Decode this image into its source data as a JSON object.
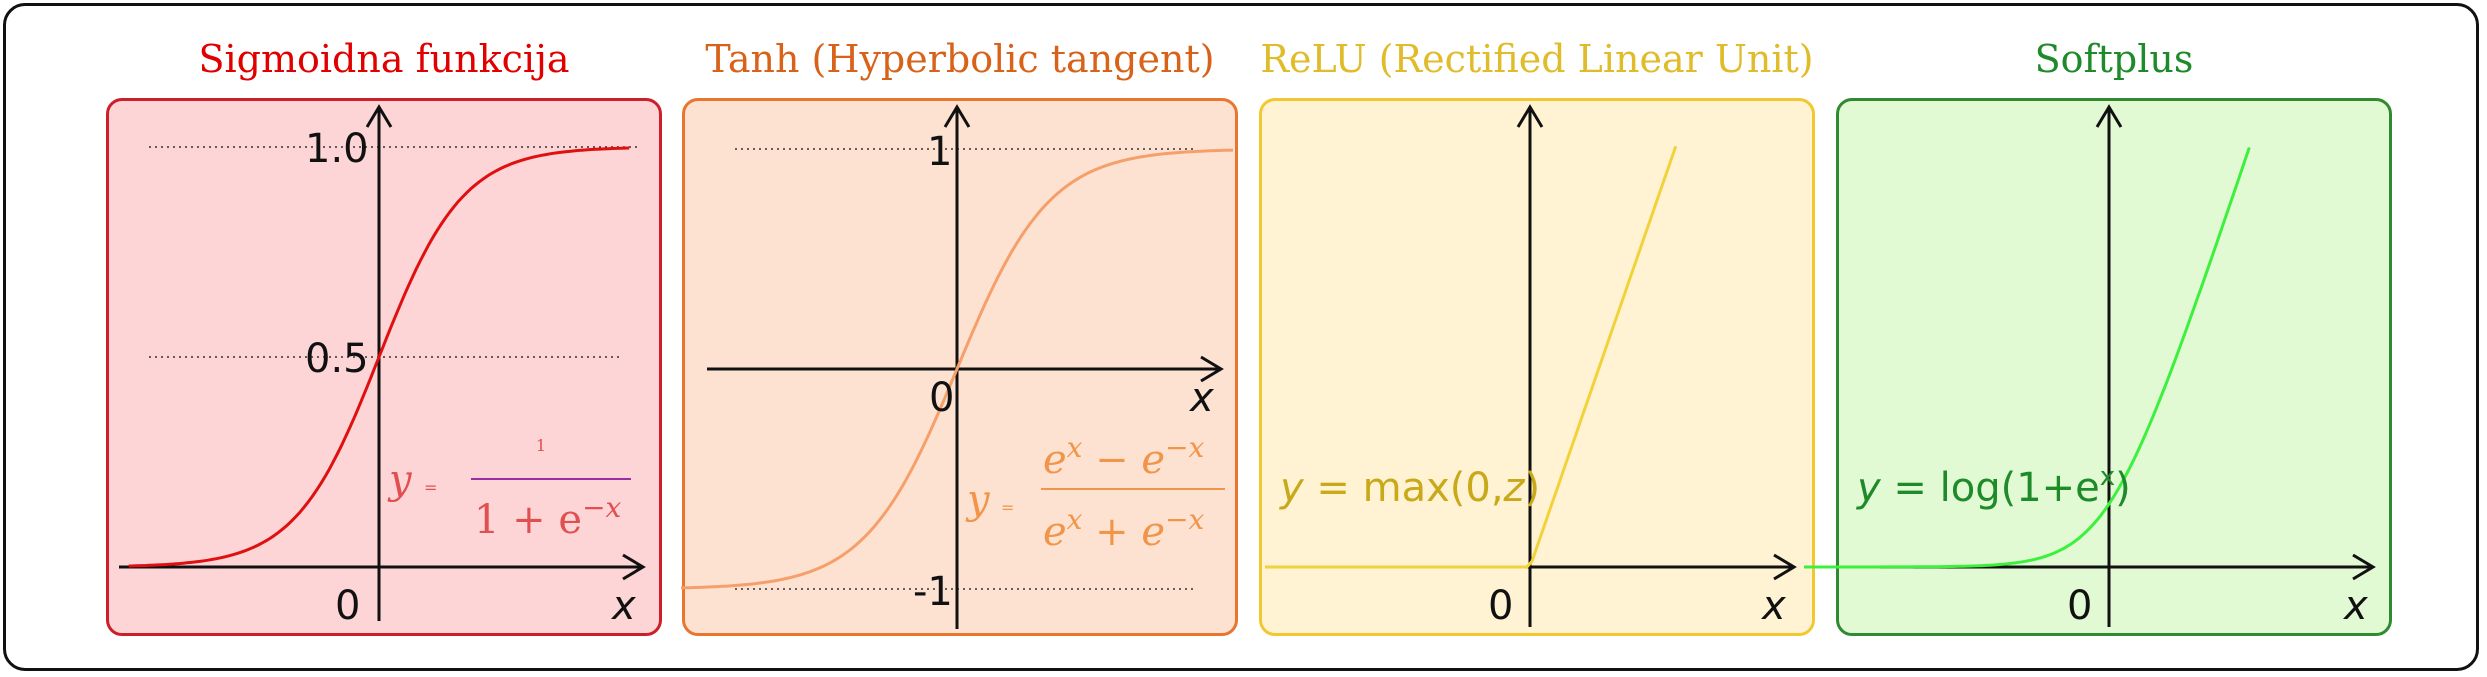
{
  "panels": [
    {
      "id": "sigmoid",
      "title": "Sigmoidna funkcija",
      "title_color": "#e00000",
      "bg": "#fdd5d6",
      "border": "#cc1f2a",
      "curve_color": "#e01010",
      "ticks": {
        "y_top": "1.0",
        "y_mid": "0.5",
        "origin": "0",
        "x_axis": "x"
      },
      "formula": {
        "y": "y",
        "eq": "=",
        "num": "1",
        "den": "1 + e",
        "den_exp": "−x",
        "color": "#e05050",
        "bar_color": "#9b2ea0"
      }
    },
    {
      "id": "tanh",
      "title": "Tanh (Hyperbolic tangent)",
      "title_color": "#d8621a",
      "bg": "#fde2d2",
      "border": "#e8762e",
      "curve_color": "#f5a06a",
      "ticks": {
        "y_top": "1",
        "y_bottom": "-1",
        "origin": "0",
        "x_axis": "x"
      },
      "formula": {
        "y": "y",
        "eq": "=",
        "num_a": "e",
        "num_a_exp": "x",
        "num_op": " − e",
        "num_b_exp": "−x",
        "den_a": "e",
        "den_a_exp": "x",
        "den_op": " + e",
        "den_b_exp": "−x",
        "color": "#f0954a"
      }
    },
    {
      "id": "relu",
      "title": "ReLU (Rectified Linear Unit)",
      "title_color": "#e0bb2a",
      "bg": "#fff3d3",
      "border": "#f2c830",
      "curve_color": "#f2d23a",
      "ticks": {
        "origin": "0",
        "x_axis": "x"
      },
      "formula": {
        "text": "y = max(0,z)",
        "y": "y",
        "rest": " = max(0,",
        "z": "z",
        "close": ")",
        "color": "#c9a81a"
      }
    },
    {
      "id": "softplus",
      "title": "Softplus",
      "title_color": "#1f8a2a",
      "bg": "#e2fad4",
      "border": "#2f8a32",
      "curve_color": "#3ef03e",
      "ticks": {
        "origin": "0",
        "x_axis": "x"
      },
      "formula": {
        "y": "y",
        "rest": " = log(1+e",
        "exp": "x",
        "close": ")",
        "color": "#1f8a2a"
      }
    }
  ]
}
